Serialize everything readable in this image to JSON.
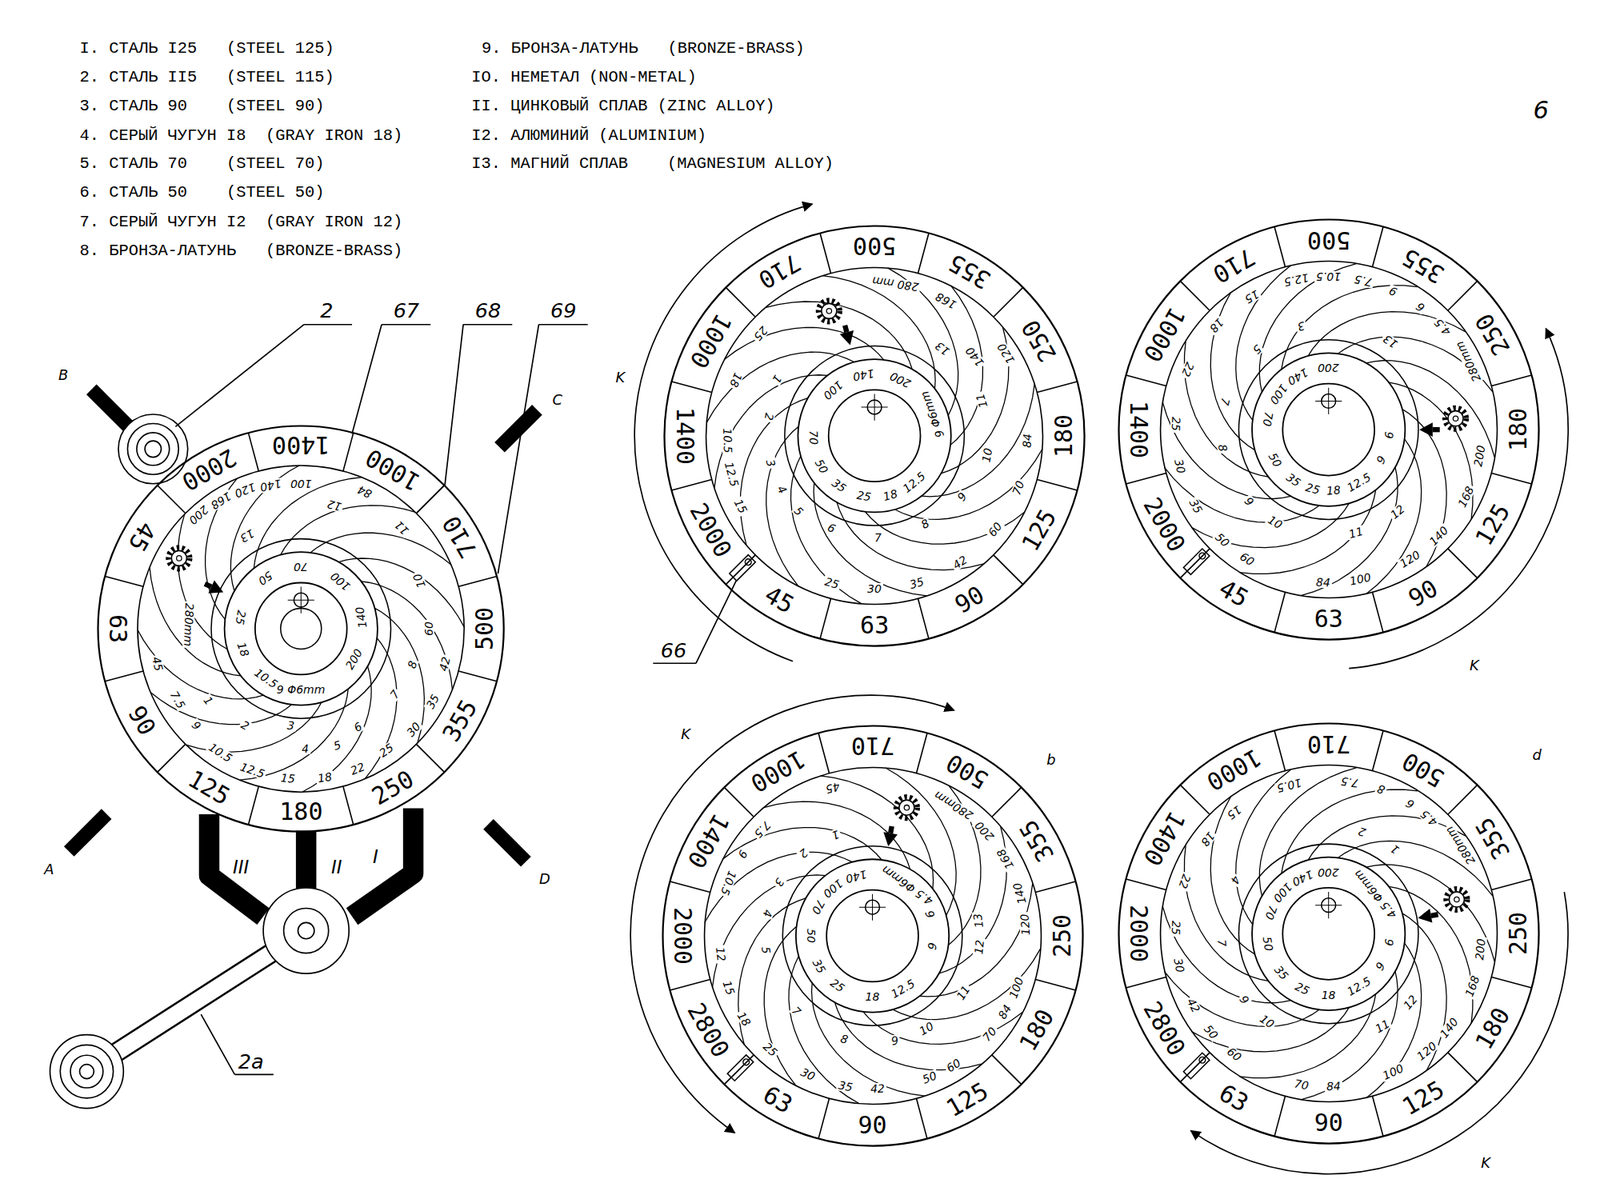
{
  "diagram": {
    "nodes": [
      {
        "text": [
          "1400",
          "1000",
          "710",
          "500",
          "355",
          "250",
          "180",
          "125",
          "90",
          "63",
          "45",
          "2000"
        ]
      },
      {
        "text": [
          "500",
          "355",
          "250",
          "180",
          "125",
          "90",
          "63",
          "45",
          "2000",
          "1400",
          "1000",
          "710"
        ]
      },
      {
        "text": [
          "500",
          "355",
          "250",
          "180",
          "125",
          "90",
          "63",
          "45",
          "2000",
          "1400",
          "1000",
          "710"
        ]
      },
      {
        "text": [
          "710",
          "500",
          "355",
          "250",
          "180",
          "125",
          "90",
          "63",
          "2800",
          "2000",
          "1400",
          "1000"
        ]
      },
      {
        "text": [
          "710",
          "500",
          "355",
          "250",
          "180",
          "125",
          "90",
          "63",
          "2800",
          "2000",
          "1400",
          "1000"
        ]
      }
    ],
    "labels": [
      "I. СТАЛЬ I25   (STEEL 125)",
      "2. СТАЛЬ II5   (STEEL 115)",
      "3. СТАЛЬ 90    (STEEL 90)",
      "4. СЕРЫЙ ЧУГУН I8  (GRAY IRON 18)",
      "5. СТАЛЬ 70    (STEEL 70)",
      "6. СТАЛЬ 50    (STEEL 50)",
      "7. СЕРЫЙ ЧУГУН I2  (GRAY IRON 12)",
      "8. БРОНЗА-ЛАТУНЬ   (BRONZE-BRASS)",
      "9. БРОНЗА-ЛАТУНЬ   (BRONZE-BRASS)",
      "IO. НЕМЕТАЛ (NON-METAL)",
      "II. ЦИНКОВЫЙ СПЛАВ (ZINC ALLOY)",
      "I2. АЛЮМИНИЙ (ALUMINIUM)",
      "I3. МАГНИЙ СПЛАВ    (MAGNESIUM ALLOY)",
      "6",
      "2",
      "67",
      "68",
      "69",
      "B",
      "C",
      "A",
      "D",
      "III",
      "II",
      "I",
      "2a",
      "K",
      "K",
      "K",
      "b",
      "d",
      "K",
      "66",
      "9 Φ6mm",
      "10.5",
      "18",
      "25",
      "50",
      "70",
      "100",
      "140",
      "200",
      "280mm",
      "200",
      "168",
      "120",
      "140",
      "100",
      "84",
      "13",
      "12",
      "11",
      "10",
      "60",
      "8",
      "7",
      "6",
      "5",
      "4",
      "3",
      "2",
      "1",
      "45",
      "7.5",
      "9",
      "10.5",
      "12.5",
      "15",
      "18",
      "22",
      "25",
      "30",
      "35",
      "42",
      "140",
      "200",
      "9 Φ6mm",
      "12.5",
      "18",
      "25",
      "35",
      "50",
      "70",
      "100",
      "280 mm",
      "168",
      "140",
      "120",
      "84",
      "70",
      "60",
      "42",
      "35",
      "30",
      "25",
      "15",
      "12.5",
      "10.5",
      "18",
      "25",
      "13",
      "11",
      "10",
      "9",
      "8",
      "7",
      "6",
      "5",
      "4",
      "3",
      "2",
      "1",
      "200",
      "140",
      "100",
      "70",
      "50",
      "35",
      "25",
      "18",
      "12.5",
      "9",
      "6",
      "10.5",
      "12.5",
      "7.5",
      "9",
      "6",
      "4.5",
      "280mm",
      "200",
      "168",
      "140",
      "120",
      "100",
      "84",
      "60",
      "50",
      "35",
      "30",
      "25",
      "22",
      "18",
      "15",
      "13",
      "12",
      "11",
      "10",
      "9",
      "8",
      "7",
      "5",
      "3",
      "140",
      "100",
      "70",
      "50",
      "35",
      "25",
      "18",
      "12.5",
      "9",
      "6",
      "4.5 Φ6mm",
      "45",
      "280mm",
      "200",
      "168",
      "140",
      "120",
      "100",
      "84",
      "70",
      "60",
      "50",
      "42",
      "35",
      "30",
      "25",
      "18",
      "15",
      "12",
      "10.5",
      "9",
      "7.5",
      "13",
      "12",
      "11",
      "10",
      "9",
      "8",
      "7",
      "5",
      "4",
      "3",
      "2",
      "1",
      "200",
      "140",
      "100",
      "70",
      "50",
      "35",
      "25",
      "18",
      "12.5",
      "9",
      "6",
      "4.5 Φ6mm",
      "10.5",
      "7.5",
      "8",
      "6",
      "4.5",
      "280mm",
      "200",
      "168",
      "140",
      "120",
      "100",
      "84",
      "70",
      "60",
      "50",
      "42",
      "30",
      "25",
      "22",
      "18",
      "15",
      "2",
      "1",
      "12",
      "11",
      "10",
      "9",
      "7",
      "4"
    ]
  }
}
